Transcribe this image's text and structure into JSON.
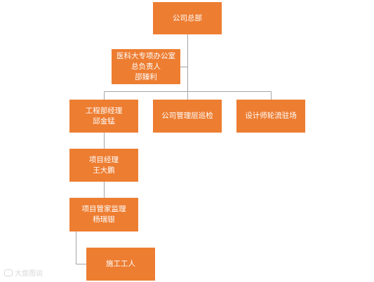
{
  "colors": {
    "node": "#ed7d31",
    "line": "#a6a6a6",
    "text": "#ffffff"
  },
  "nodes": {
    "headquarters": {
      "lines": [
        "公司总部"
      ]
    },
    "office_head": {
      "lines": [
        "医科大专项办公室",
        "总负责人",
        "邵臻利"
      ]
    },
    "engineering_manager": {
      "lines": [
        "工程部经理",
        "邱金锰"
      ]
    },
    "management_patrol": {
      "lines": [
        "公司管理层巡检"
      ]
    },
    "designer_rotation": {
      "lines": [
        "设计师轮流驻场"
      ]
    },
    "project_manager": {
      "lines": [
        "项目经理",
        "王大鹏"
      ]
    },
    "project_supervisor": {
      "lines": [
        "项目管家监理",
        "杨瑞银"
      ]
    },
    "workers": {
      "lines": [
        "施工工人"
      ]
    }
  },
  "watermark": {
    "text": "大盘图说"
  }
}
